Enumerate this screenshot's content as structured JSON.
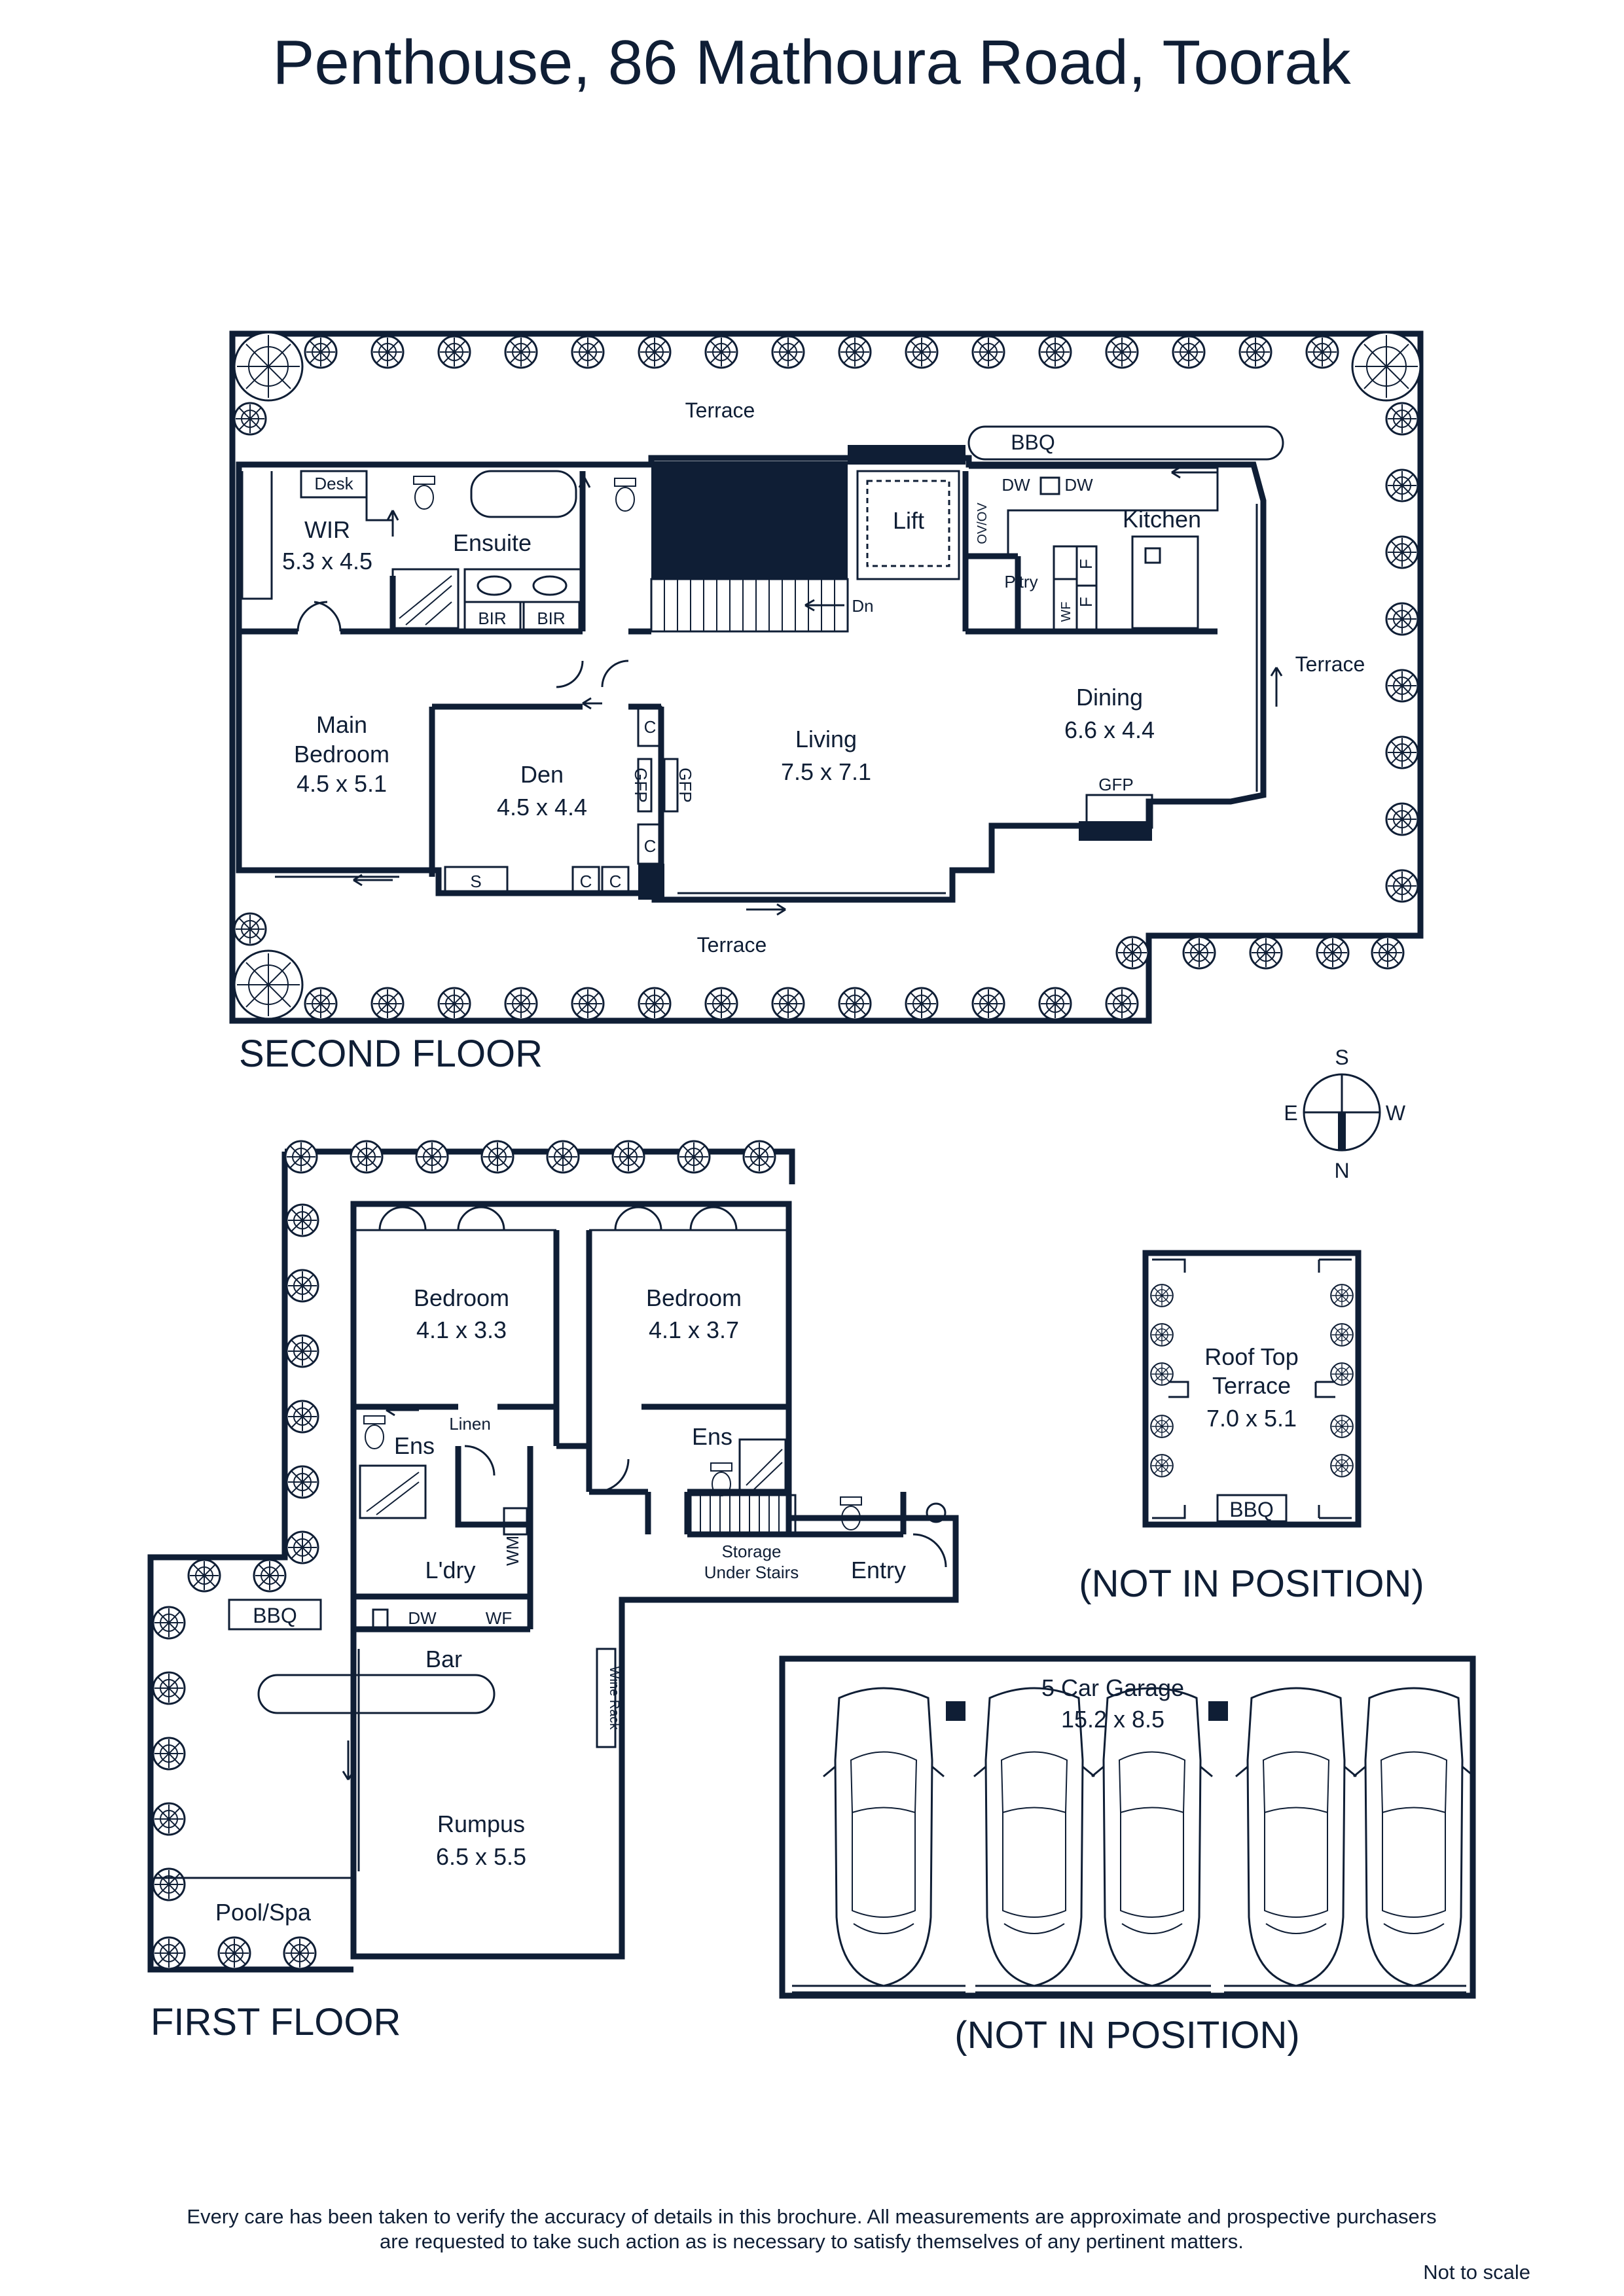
{
  "title": "Penthouse, 86 Mathoura Road, Toorak",
  "colors": {
    "ink": "#0f1e35",
    "background": "#ffffff"
  },
  "second_floor": {
    "label": "SECOND FLOOR",
    "terrace_north": "Terrace",
    "terrace_east": "Terrace",
    "terrace_south": "Terrace",
    "bbq": "BBQ",
    "desk": "Desk",
    "wir": {
      "name": "WIR",
      "size": "5.3 x 4.5"
    },
    "ensuite": "Ensuite",
    "bir1": "BIR",
    "bir2": "BIR",
    "lift": "Lift",
    "dn": "Dn",
    "dw1": "DW",
    "dw2": "DW",
    "ovov": "OV/OV",
    "pantry": "P'try",
    "wf": "WF",
    "f1": "F",
    "f2": "F",
    "kitchen": "Kitchen",
    "main_bedroom": {
      "line1": "Main",
      "line2": "Bedroom",
      "size": "4.5 x 5.1"
    },
    "den": {
      "name": "Den",
      "size": "4.5 x 4.4"
    },
    "gfp_den": "GFP",
    "gfp_living": "GFP",
    "gfp_dining": "GFP",
    "c_top": "C",
    "c_bottom": "C",
    "c_left": "C",
    "c_right": "C",
    "s": "S",
    "living": {
      "name": "Living",
      "size": "7.5 x 7.1"
    },
    "dining": {
      "name": "Dining",
      "size": "6.6 x 4.4"
    }
  },
  "compass": {
    "s": "S",
    "e": "E",
    "w": "W",
    "n": "N"
  },
  "first_floor": {
    "label": "FIRST FLOOR",
    "bedroom1": {
      "name": "Bedroom",
      "size": "4.1 x 3.3"
    },
    "bedroom2": {
      "name": "Bedroom",
      "size": "4.1 x 3.7"
    },
    "linen": "Linen",
    "ens1": "Ens",
    "ens2": "Ens",
    "wm": "WM",
    "laundry": "L'dry",
    "storage_line1": "Storage",
    "storage_line2": "Under Stairs",
    "entry": "Entry",
    "bbq": "BBQ",
    "dw": "DW",
    "wf": "WF",
    "bar": "Bar",
    "wine_rack": "Wine Rack",
    "rumpus": {
      "name": "Rumpus",
      "size": "6.5 x 5.5"
    },
    "pool": "Pool/Spa"
  },
  "roof_terrace": {
    "line1": "Roof Top",
    "line2": "Terrace",
    "size": "7.0 x 5.1",
    "bbq": "BBQ",
    "note": "(NOT IN POSITION)"
  },
  "garage": {
    "name": "5 Car Garage",
    "size": "15.2 x 8.5",
    "note": "(NOT IN POSITION)"
  },
  "footer": {
    "line1": "Every care has been taken to verify the accuracy of details in this brochure.  All measurements are approximate and prospective purchasers",
    "line2": "are requested to take such action as is necessary to satisfy themselves of any pertinent matters.",
    "scale": "Not to scale"
  }
}
